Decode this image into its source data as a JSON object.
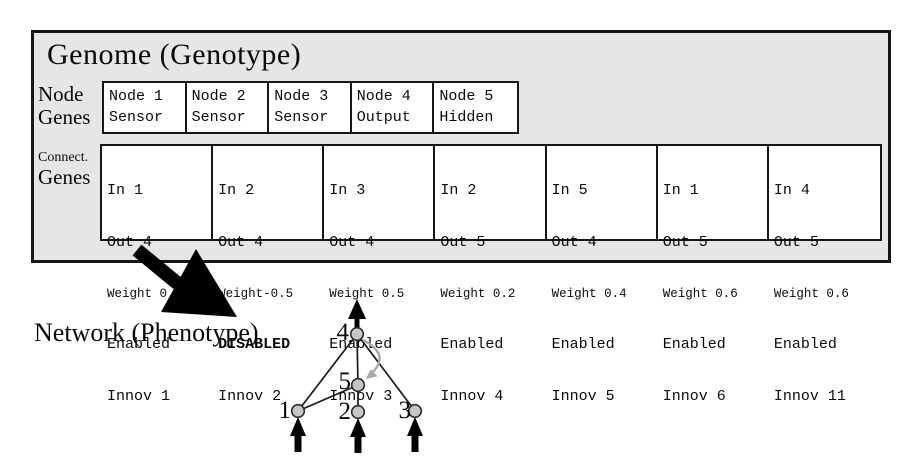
{
  "genome": {
    "title": "Genome (Genotype)",
    "node_genes_label": {
      "line1": "Node",
      "line2": "Genes"
    },
    "connect_genes_label": {
      "line1": "Connect.",
      "line2": "Genes"
    },
    "node_genes": [
      {
        "name": "Node 1",
        "type": "Sensor"
      },
      {
        "name": "Node 2",
        "type": "Sensor"
      },
      {
        "name": "Node 3",
        "type": "Sensor"
      },
      {
        "name": "Node 4",
        "type": "Output"
      },
      {
        "name": "Node 5",
        "type": "Hidden"
      }
    ],
    "connection_genes": [
      {
        "in": "In 1",
        "out": "Out 4",
        "weight": "Weight 0.7",
        "status": "Enabled",
        "innov": "Innov 1"
      },
      {
        "in": "In 2",
        "out": "Out 4",
        "weight": "Weight-0.5",
        "status": "DISABLED",
        "innov": "Innov 2"
      },
      {
        "in": "In 3",
        "out": "Out 4",
        "weight": "Weight 0.5",
        "status": "Enabled",
        "innov": "Innov 3"
      },
      {
        "in": "In 2",
        "out": "Out 5",
        "weight": "Weight 0.2",
        "status": "Enabled",
        "innov": "Innov 4"
      },
      {
        "in": "In 5",
        "out": "Out 4",
        "weight": "Weight 0.4",
        "status": "Enabled",
        "innov": "Innov 5"
      },
      {
        "in": "In 1",
        "out": "Out 5",
        "weight": "Weight 0.6",
        "status": "Enabled",
        "innov": "Innov 6"
      },
      {
        "in": "In 4",
        "out": "Out 5",
        "weight": "Weight 0.6",
        "status": "Enabled",
        "innov": "Innov 11"
      }
    ]
  },
  "network": {
    "label": "Network (Phenotype)",
    "node_labels": [
      "1",
      "2",
      "3",
      "4",
      "5"
    ],
    "edges": [
      {
        "from": "1",
        "to": "4",
        "style": "solid"
      },
      {
        "from": "1",
        "to": "5",
        "style": "solid"
      },
      {
        "from": "2",
        "to": "5",
        "style": "solid"
      },
      {
        "from": "5",
        "to": "4",
        "style": "solid"
      },
      {
        "from": "3",
        "to": "4",
        "style": "solid"
      },
      {
        "from": "4",
        "to": "5",
        "style": "recurrent-gray-curved"
      }
    ]
  },
  "colors": {
    "genome_box_fill": "#e6e6e6",
    "box_border": "#161616",
    "cell_fill": "#ffffff",
    "node_fill": "#c6c6c6",
    "node_stroke": "#2b2b2b",
    "recurrent_arrow": "#a9a9a9",
    "arrow_black": "#000000"
  }
}
